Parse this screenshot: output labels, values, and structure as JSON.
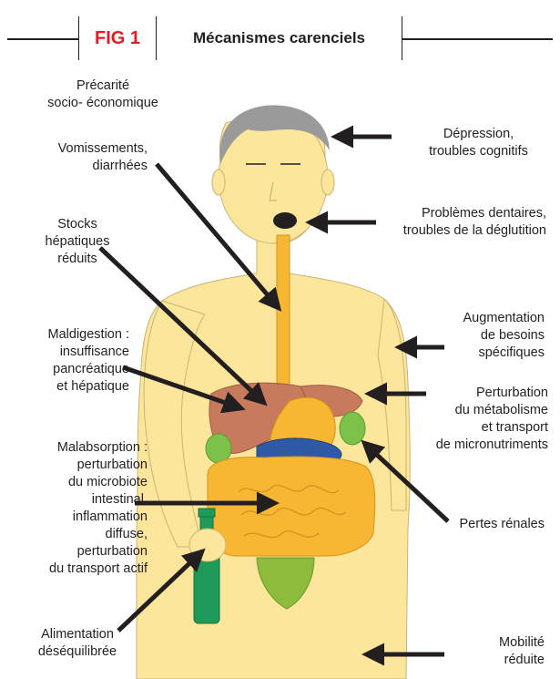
{
  "header": {
    "fig_label": "FIG 1",
    "title": "Mécanismes carenciels"
  },
  "colors": {
    "skin": "#fbe69c",
    "hair": "#9a9a9a",
    "esophagus": "#f7b733",
    "liver": "#c87a5c",
    "gallbladder": "#7cc14a",
    "pancreas": "#2e5aa8",
    "bladder": "#8dbb3c",
    "bottle": "#1f9a5a",
    "title_accent": "#e31b23",
    "arrow": "#231f20"
  },
  "labels": {
    "precarite": "Précarité\nsocio- économique",
    "vomissements": "Vomissements,\ndiarrhées",
    "stocks": "Stocks\nhépatiques\nréduits",
    "maldigestion": "Maldigestion :\ninsuffisance\npancréatique\net hépatique",
    "malabsorption": "Malabsorption :\nperturbation\ndu microbiote\nintestinal,\ninflammation\ndiffuse,\nperturbation\ndu transport actif",
    "alimentation": "Alimentation\ndéséquilibrée",
    "depression": "Dépression,\ntroubles cognitifs",
    "dentaires": "Problèmes dentaires,\ntroubles de la déglutition",
    "besoins": "Augmentation\nde besoins\nspécifiques",
    "metabolisme": "Perturbation\ndu métabolisme\net transport\nde micronutriments",
    "renales": "Pertes rénales",
    "mobilite": "Mobilité\nréduite"
  }
}
